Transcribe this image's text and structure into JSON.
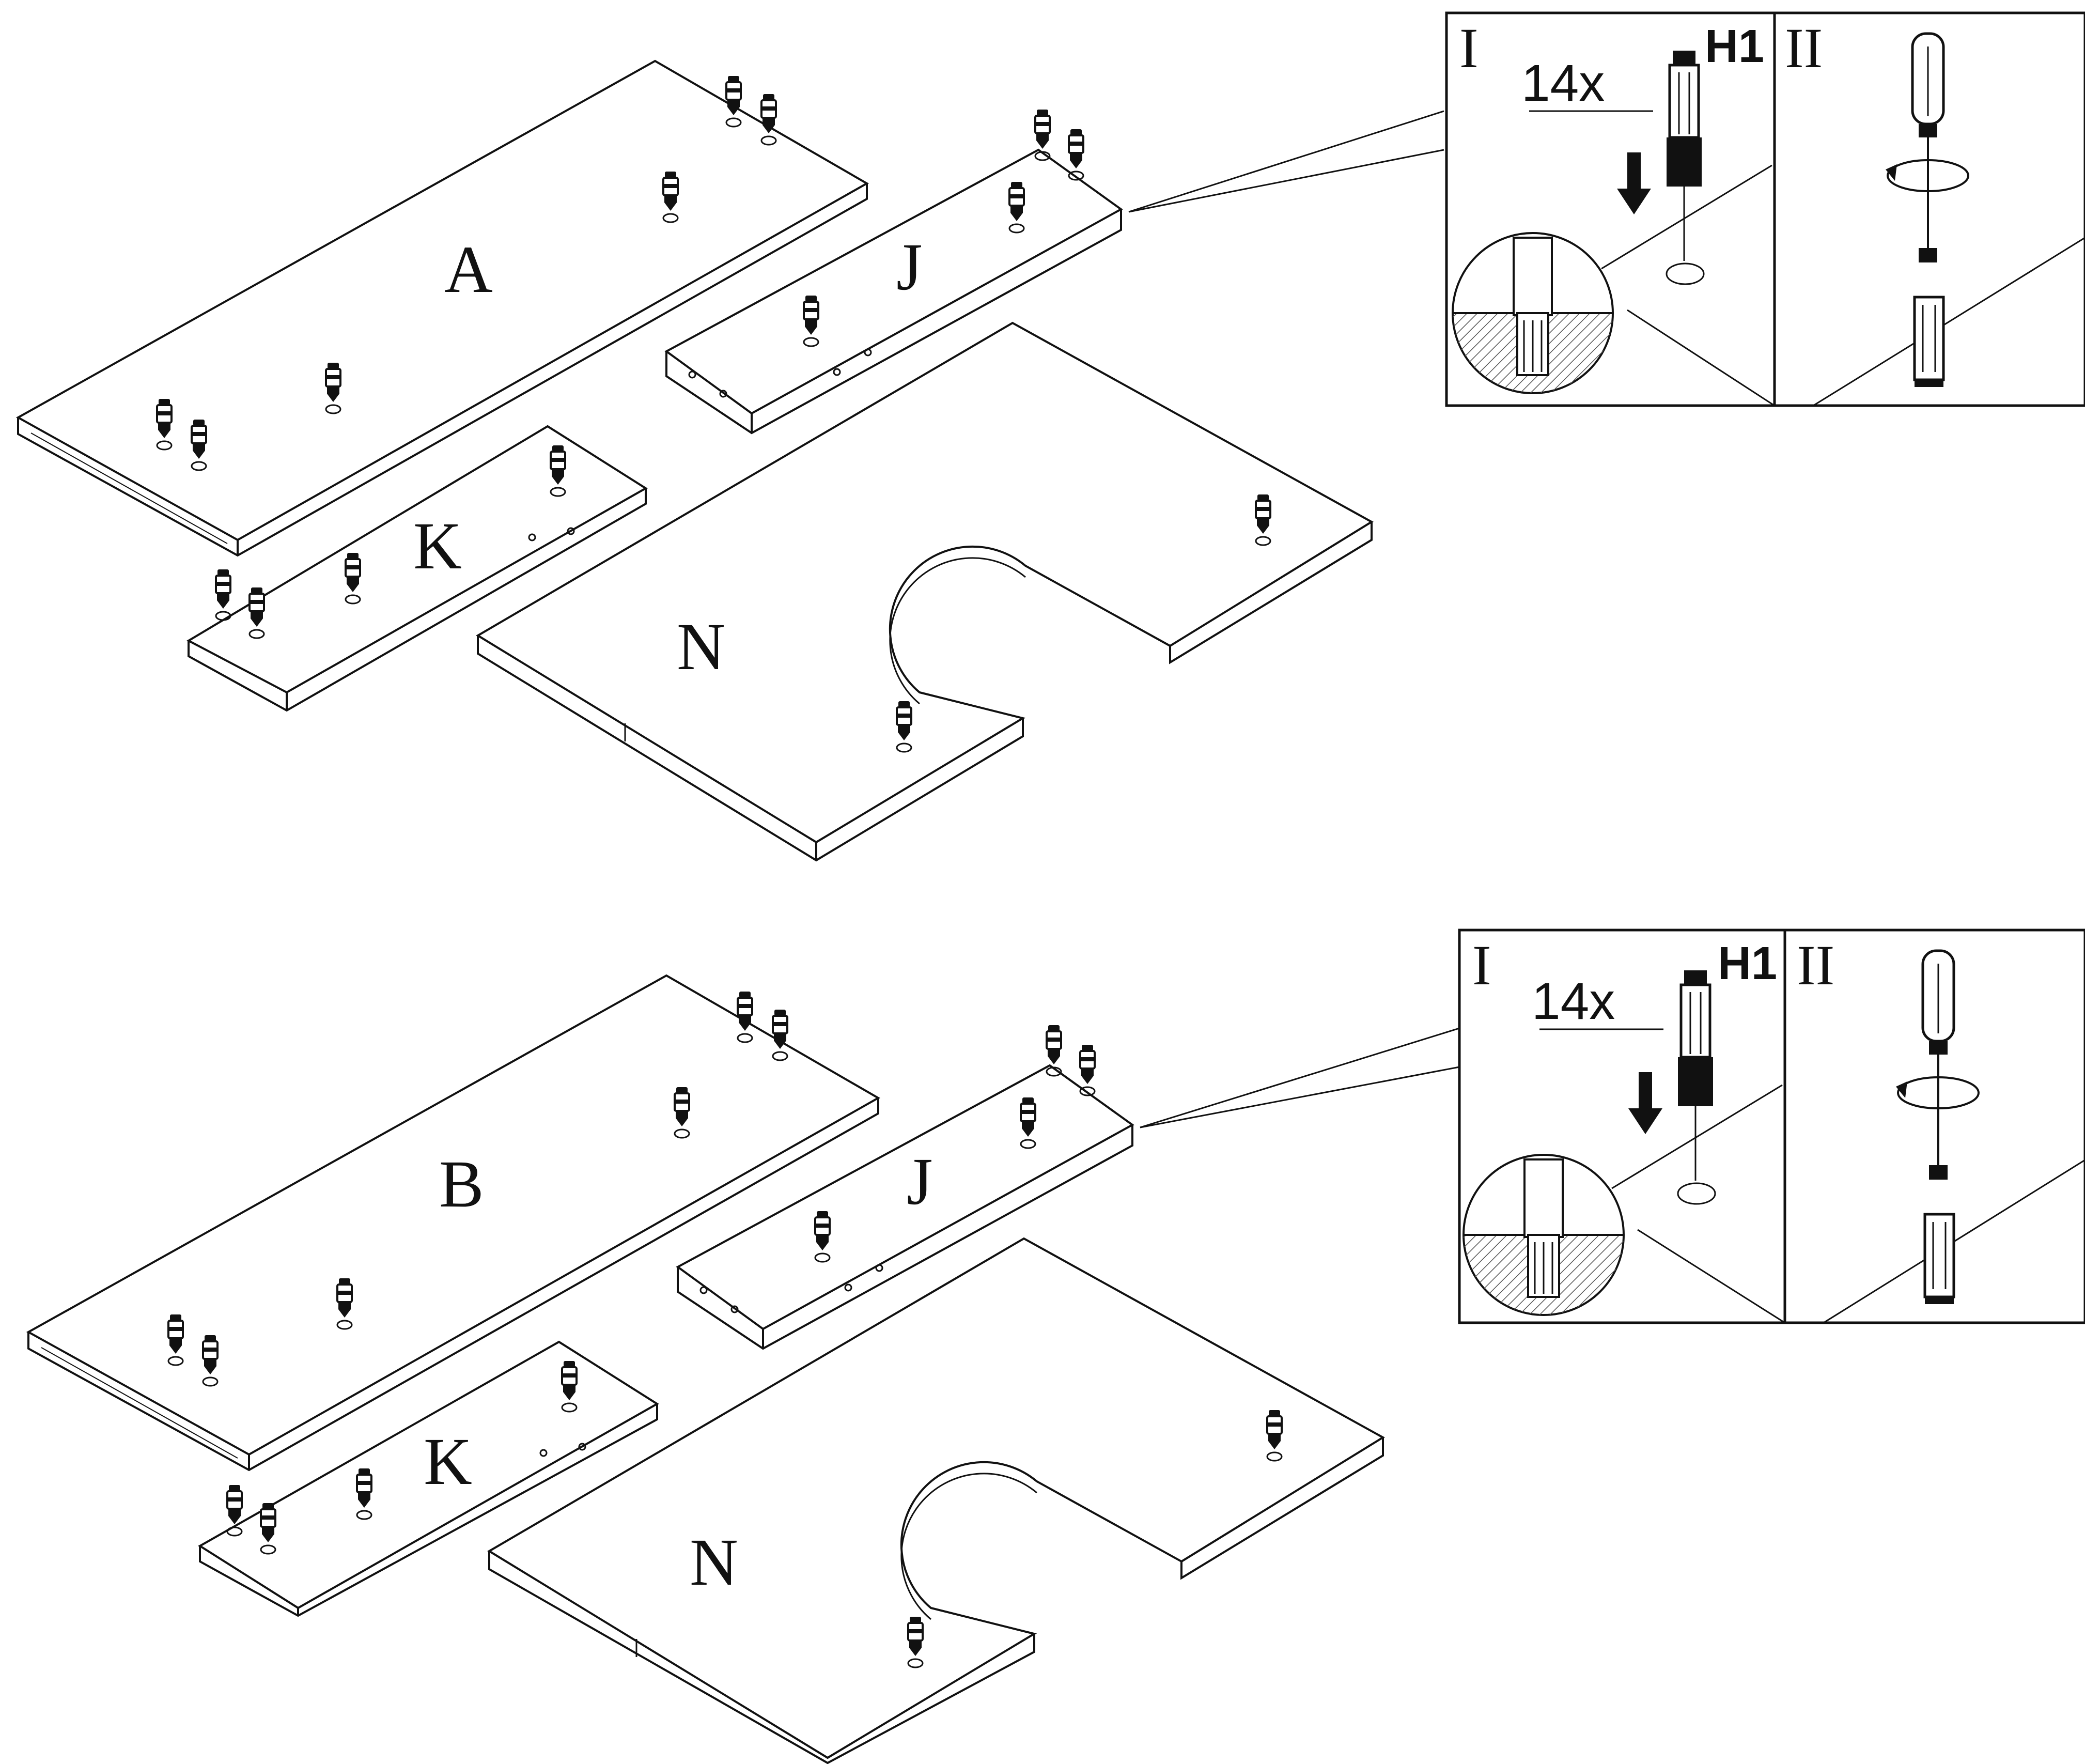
{
  "colors": {
    "ink": "#111111",
    "paper": "#ffffff",
    "hatch": "#555555"
  },
  "steps": [
    {
      "panels": [
        {
          "label": "A"
        },
        {
          "label": "J"
        },
        {
          "label": "K"
        },
        {
          "label": "N"
        }
      ],
      "detail": {
        "roman_1": "I",
        "roman_2": "II",
        "quantity": "14x",
        "part": "H1"
      }
    },
    {
      "panels": [
        {
          "label": "B"
        },
        {
          "label": "J"
        },
        {
          "label": "K"
        },
        {
          "label": "N"
        }
      ],
      "detail": {
        "roman_1": "I",
        "roman_2": "II",
        "quantity": "14x",
        "part": "H1"
      }
    }
  ],
  "icons": [
    "cam-dowel-icon",
    "insert-arrow-icon",
    "screwdriver-icon",
    "rotate-arrow-icon",
    "magnifier-detail-icon"
  ]
}
